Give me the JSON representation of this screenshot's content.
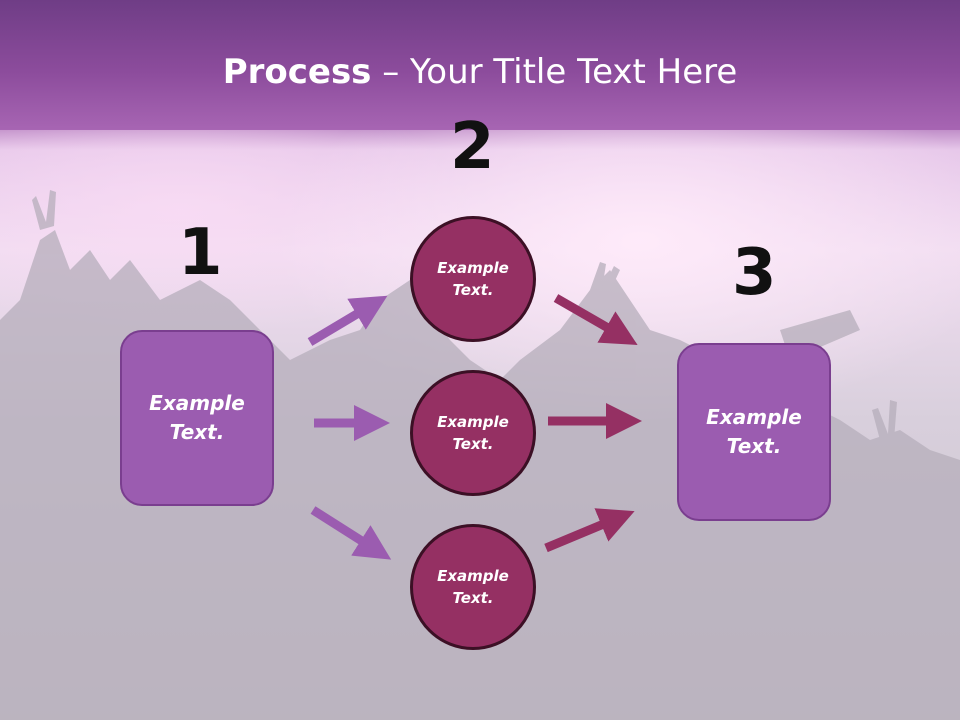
{
  "title": {
    "bold": "Process",
    "rest": " – Your Title Text Here"
  },
  "steps": [
    {
      "number": "1",
      "text": "Example\nText."
    },
    {
      "number": "2",
      "items": [
        "Example\nText.",
        "Example\nText.",
        "Example\nText."
      ]
    },
    {
      "number": "3",
      "text": "Example\nText."
    }
  ],
  "colors": {
    "header": "#8c4c9c",
    "box_fill": "#9b5cb0",
    "circle_fill": "#953063",
    "arrow_left": "#9b5cb0",
    "arrow_right": "#953063"
  }
}
